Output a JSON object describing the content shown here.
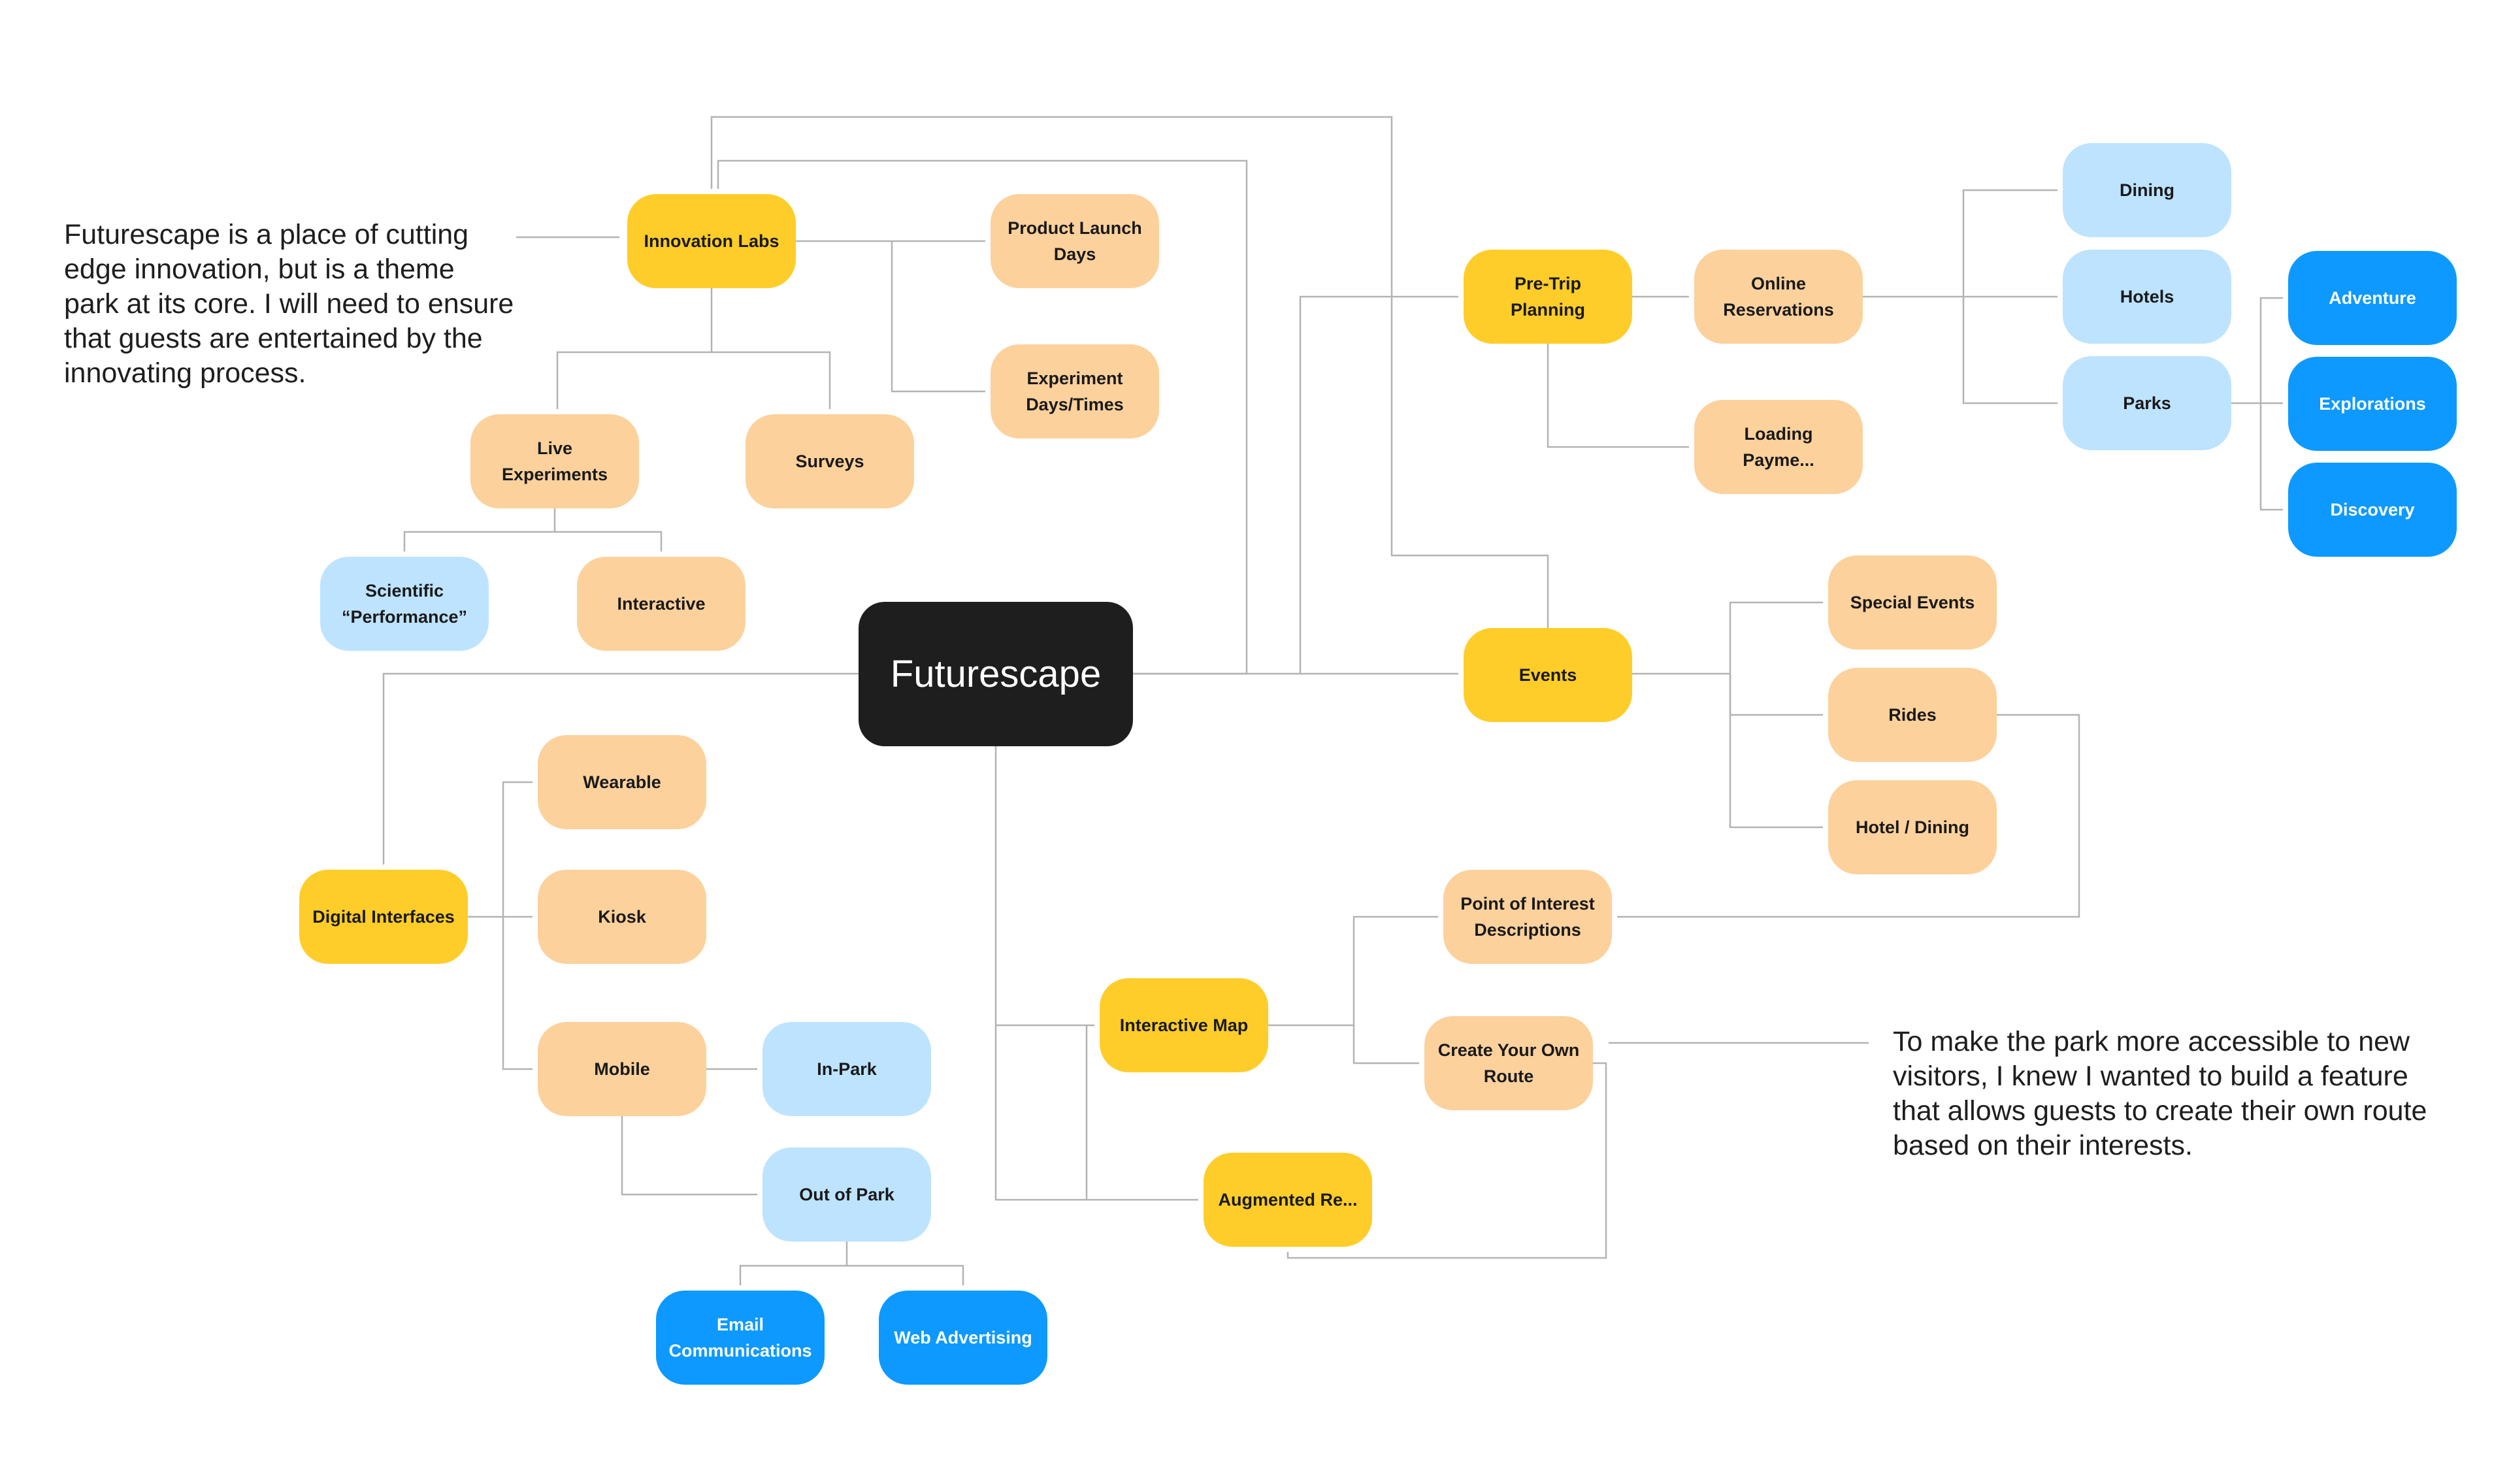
{
  "colors": {
    "center": "#1e1e1e",
    "primary": "#ffcd29",
    "secondary": "#fcd19c",
    "tertiary": "#bde3ff",
    "quaternary": "#0d99ff",
    "connector": "#b3b3b3"
  },
  "center": {
    "label": "Futurescape"
  },
  "nodes": {
    "innovation_labs": "Innovation Labs",
    "product_launch_days": "Product Launch\nDays",
    "experiment_days": "Experiment\nDays/Times",
    "live_experiments": "Live Experiments",
    "surveys": "Surveys",
    "scientific_performance": "Scientific\n“Performance”",
    "interactive": "Interactive",
    "pre_trip_planning": "Pre-Trip Planning",
    "online_reservations": "Online\nReservations",
    "loading_payment": "Loading Payme...",
    "dining": "Dining",
    "hotels": "Hotels",
    "parks": "Parks",
    "adventure": "Adventure",
    "explorations": "Explorations",
    "discovery": "Discovery",
    "events": "Events",
    "special_events": "Special Events",
    "rides": "Rides",
    "hotel_dining": "Hotel / Dining",
    "digital_interfaces": "Digital Interfaces",
    "wearable": "Wearable",
    "kiosk": "Kiosk",
    "mobile": "Mobile",
    "in_park": "In-Park",
    "out_of_park": "Out of Park",
    "email_communications": "Email\nCommunications",
    "web_advertising": "Web Advertising",
    "interactive_map": "Interactive Map",
    "point_of_interest": "Point of Interest\nDescriptions",
    "create_your_own_route": "Create Your Own\nRoute",
    "augmented_reality": "Augmented Re..."
  },
  "notes": {
    "innovation_note": "Futurescape is a place of cutting\nedge innovation, but is a theme\npark at its core. I will need to ensure\nthat guests are entertained by the\ninnovating process.",
    "route_note": "To make the park more accessible to new\nvisitors, I knew I wanted to build a feature\nthat allows guests to create their own route\nbased on their interests."
  }
}
